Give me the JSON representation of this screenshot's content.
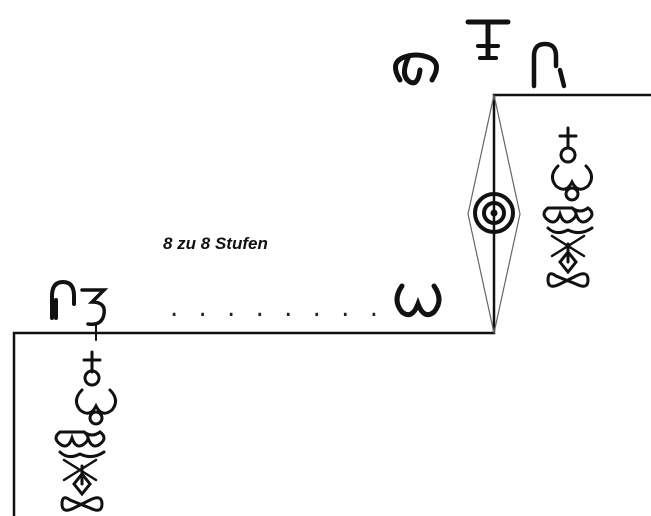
{
  "diagram": {
    "caption": "8 zu 8 Stufen",
    "ellipsis": ". . . . . . . .",
    "colors": {
      "stroke": "#111111",
      "thin_stroke": "#555555",
      "glyph": "#111111"
    },
    "glyph_names": [
      "script-glyph-left-upper",
      "script-glyph-w-left",
      "script-glyph-omega-upper",
      "script-glyph-tau",
      "script-glyph-right-upper",
      "circled-dot-symbol",
      "vertical-glyph-column-right",
      "vertical-glyph-column-left"
    ]
  }
}
